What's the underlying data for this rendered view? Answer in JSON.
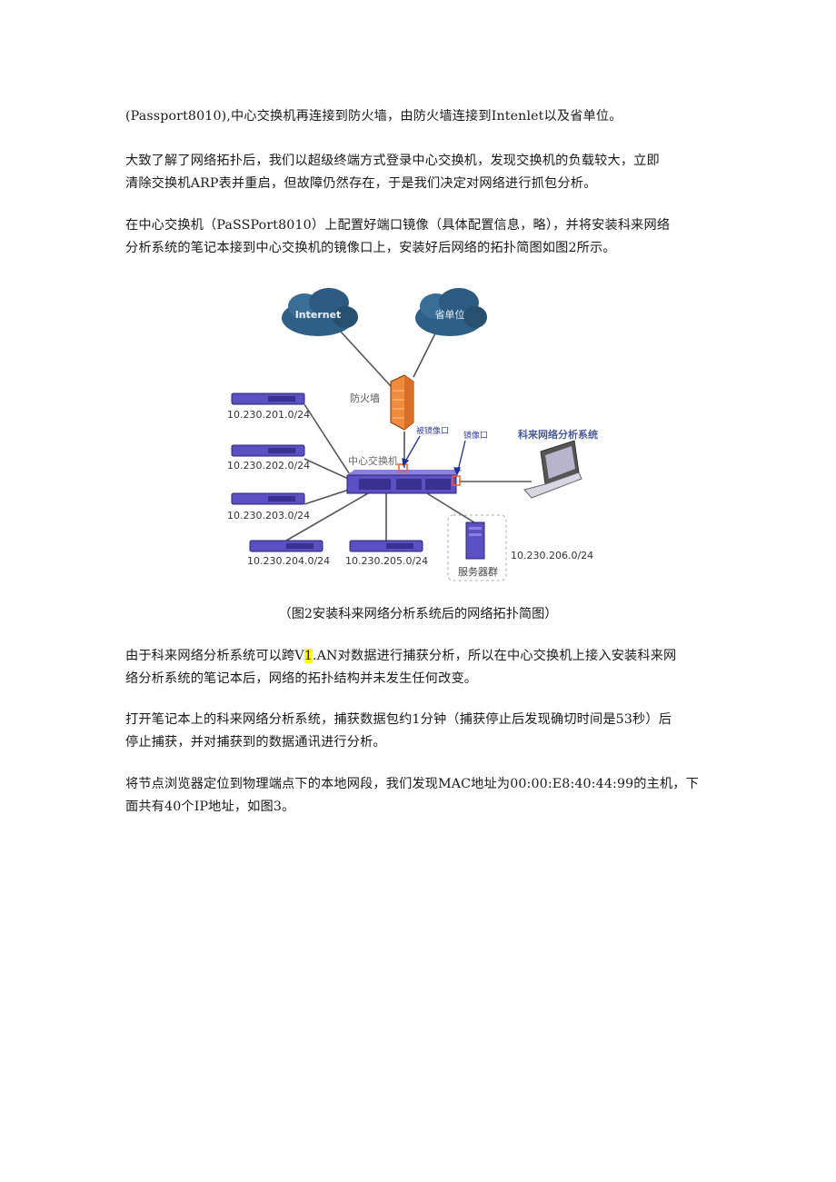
{
  "paragraphs": [
    {
      "lines": [
        "(Passport8010),中心交换机再连接到防火墙，由防火墙连接到Intenlet以及省单位。"
      ]
    },
    {
      "lines": [
        "大致了解了网络拓扑后，我们以超级终端方式登录中心交换机，发现交换机的负载较大，立即",
        "清除交换机ARP表并重启，但故障仍然存在，于是我们决定对网络进行抓包分析。"
      ]
    },
    {
      "lines": [
        "在中心交换机（PaSSPort8010）上配置好端口镜像（具体配置信息，略），并将安装科来网络",
        "分析系统的笔记本接到中心交换机的镜像口上，安装好后网络的拓扑简图如图2所示。"
      ]
    },
    {
      "line1_before": "由于科来网络分析系统可以跨V",
      "line1_highlight": "1",
      "line1_after": ".AN对数据进行捕获分析，所以在中心交换机上接入安装科来网",
      "line2": "络分析系统的笔记本后，网络的拓扑结构并未发生任何改变。"
    },
    {
      "lines": [
        "打开笔记本上的科来网络分析系统，捕获数据包约1分钟（捕获停止后发现确切时间是53秒）后",
        "停止捕获，并对捕获到的数据通讯进行分析。"
      ]
    },
    {
      "lines": [
        "将节点浏览器定位到物理端点下的本地网段，我们发现MAC地址为00:00:E8:40:44:99的主机，下",
        "面共有40个IP地址，如图3。"
      ]
    }
  ],
  "figure": {
    "caption": "（图2安装科来网络分析系统后的网络拓扑简图）",
    "clouds": {
      "internet": "Internet",
      "province": "省单位"
    },
    "firewall_label": "防火墙",
    "core_switch_label": "中心交换机",
    "mirrored_port_label": "被镜像口",
    "mirror_port_label": "镜像口",
    "analyzer_label": "科来网络分析系统",
    "server_group_label": "服务器群",
    "subnets": [
      "10.230.201.0/24",
      "10.230.202.0/24",
      "10.230.203.0/24",
      "10.230.204.0/24",
      "10.230.205.0/24",
      "10.230.206.0/24"
    ],
    "colors": {
      "switch": "#5b4fc4",
      "cloud": "#2f5f86",
      "firewall": "#f08a3c",
      "mirror_arrow": "#1f2f9a",
      "port_highlight": "#ff5a2a"
    }
  }
}
